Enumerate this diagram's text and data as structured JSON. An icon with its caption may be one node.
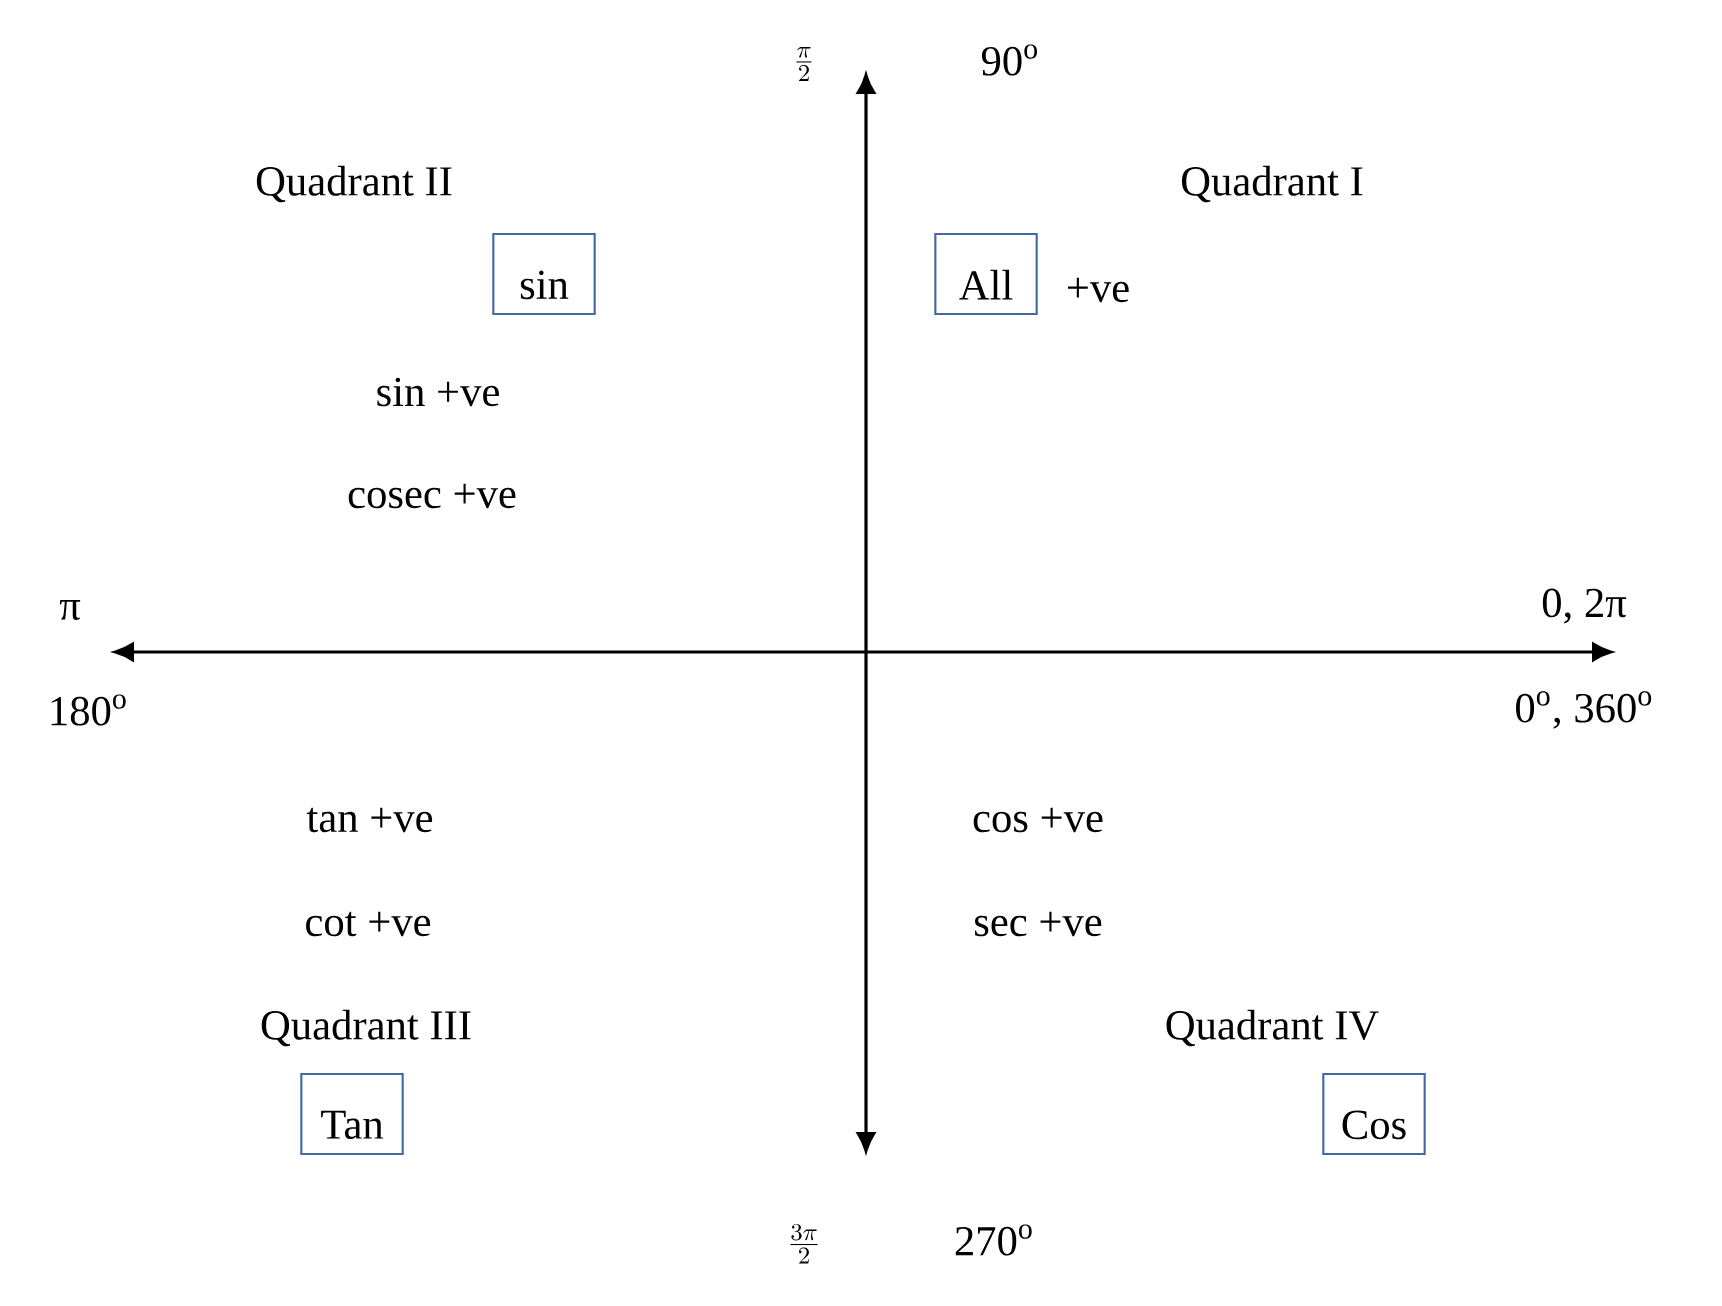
{
  "diagram": {
    "nodes": [
      {
        "text": [
          "sin"
        ]
      },
      {
        "text": [
          "All"
        ],
        "beside": [
          "+ve"
        ]
      },
      {
        "text": [
          "Tan"
        ]
      },
      {
        "text": [
          "Cos"
        ]
      }
    ],
    "labels": [
      "\\frac{\\pi}{2}",
      "90$^{o}$",
      "Quadrant II",
      "Quadrant I",
      "sin +ve",
      "cosec +ve",
      "π",
      "0, 2π",
      "180$^{o}$",
      "0$^{o}$, 360$^{o}$",
      "tan +ve",
      "cos +ve",
      "cot +ve",
      "sec +ve",
      "Quadrant III",
      "Quadrant IV",
      "\\frac{3\\pi}{2}",
      "270$^{o}$"
    ]
  }
}
